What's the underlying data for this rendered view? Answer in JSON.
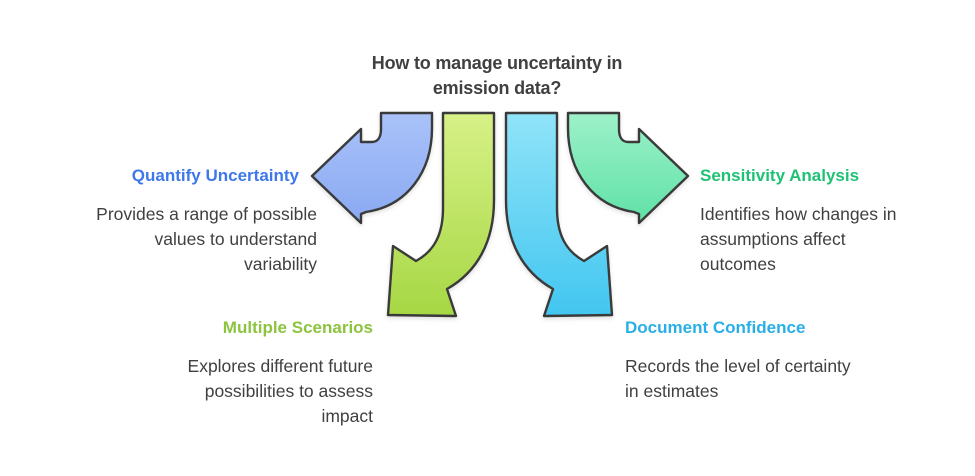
{
  "title": {
    "line1": "How to manage uncertainty in",
    "line2": "emission data?"
  },
  "items": [
    {
      "id": "quantify-uncertainty",
      "heading": "Quantify Uncertainty",
      "accent": "#3e78ea",
      "lines": [
        "Provides a range of possible",
        "values to understand",
        "variability"
      ]
    },
    {
      "id": "sensitivity-analysis",
      "heading": "Sensitivity Analysis",
      "accent": "#1fc274",
      "lines": [
        "Identifies how changes in",
        "assumptions affect",
        "outcomes"
      ]
    },
    {
      "id": "multiple-scenarios",
      "heading": "Multiple Scenarios",
      "accent": "#8dc43f",
      "lines": [
        "Explores different future",
        "possibilities to assess",
        "impact"
      ]
    },
    {
      "id": "document-confidence",
      "heading": "Document Confidence",
      "accent": "#29afe6",
      "lines": [
        "Records the level of certainty",
        "in estimates"
      ]
    }
  ],
  "arrows": [
    {
      "name": "quantify-arrow",
      "direction": "left",
      "gradient": [
        "#a9c2f9",
        "#8aa9f2"
      ]
    },
    {
      "name": "scenarios-arrow",
      "direction": "down-left",
      "gradient": [
        "#d7f187",
        "#a6d744"
      ]
    },
    {
      "name": "confidence-arrow",
      "direction": "down-right",
      "gradient": [
        "#90e4f8",
        "#42c6f0"
      ]
    },
    {
      "name": "sensitivity-arrow",
      "direction": "right",
      "gradient": [
        "#9df1c9",
        "#5fe1a6"
      ]
    }
  ],
  "colors": {
    "text": "#404040",
    "outline": "#3a3a3a",
    "background": "#ffffff"
  }
}
